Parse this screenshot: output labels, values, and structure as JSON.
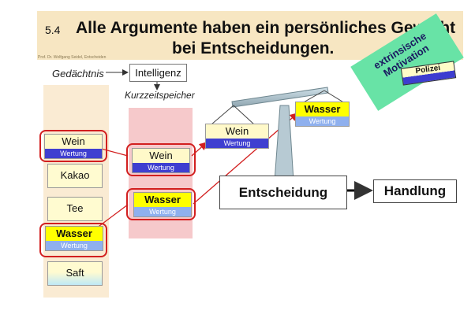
{
  "header": {
    "number": "5.4",
    "title_line1": "Alle Argumente haben ein persönliches Gewicht",
    "title_line2": "bei Entscheidungen.",
    "author": "Prof. Dr. Wolfgang Seidel, Entscheiden"
  },
  "memory": {
    "gedaechtnis": "Gedächtnis",
    "intelligenz": "Intelligenz",
    "kurzzeitspeicher": "Kurzzeitspeicher"
  },
  "options": [
    {
      "name": "Wein",
      "rating": "Wertung"
    },
    {
      "name": "Kakao"
    },
    {
      "name": "Tee"
    },
    {
      "name": "Wasser",
      "rating": "Wertung"
    },
    {
      "name": "Saft"
    }
  ],
  "short_term": [
    {
      "name": "Wein",
      "rating": "Wertung"
    },
    {
      "name": "Wasser",
      "rating": "Wertung"
    }
  ],
  "scale": {
    "left": {
      "name": "Wein",
      "rating": "Wertung"
    },
    "right": {
      "name": "Wasser",
      "rating": "Wertung"
    }
  },
  "decision": "Entscheidung",
  "action": "Handlung",
  "motivation": {
    "line1": "extrinsische",
    "line2": "Motivation",
    "badge": "Polizei"
  },
  "colors": {
    "highlight": "#d21f1f",
    "rating_blue": "#3f3fd0",
    "motivation_green": "#68e3a6"
  }
}
